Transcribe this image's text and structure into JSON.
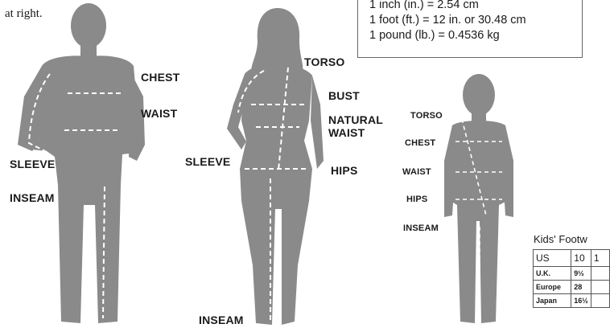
{
  "intro_text": "at right.",
  "conversions": [
    "1 inch (in.) = 2.54 cm",
    "1 foot (ft.) = 12 in. or 30.48 cm",
    "1 pound (lb.) = 0.4536 kg"
  ],
  "man_labels": {
    "chest": "CHEST",
    "waist": "WAIST",
    "sleeve": "SLEEVE",
    "inseam": "INSEAM"
  },
  "woman_labels": {
    "torso": "TORSO",
    "bust": "BUST",
    "natural_waist_1": "NATURAL",
    "natural_waist_2": "WAIST",
    "sleeve": "SLEEVE",
    "hips": "HIPS",
    "inseam": "INSEAM"
  },
  "child_labels": {
    "torso": "TORSO",
    "chest": "CHEST",
    "waist": "WAIST",
    "hips": "HIPS",
    "inseam": "INSEAM"
  },
  "kids_footwear": {
    "title": "Kids' Footw",
    "rows": [
      [
        "US",
        "10",
        "1"
      ],
      [
        "U.K.",
        "9½",
        ""
      ],
      [
        "Europe",
        "28",
        ""
      ],
      [
        "Japan",
        "16½",
        ""
      ]
    ]
  },
  "colors": {
    "silhouette": "#8a8a8a",
    "dash": "#ffffff"
  }
}
